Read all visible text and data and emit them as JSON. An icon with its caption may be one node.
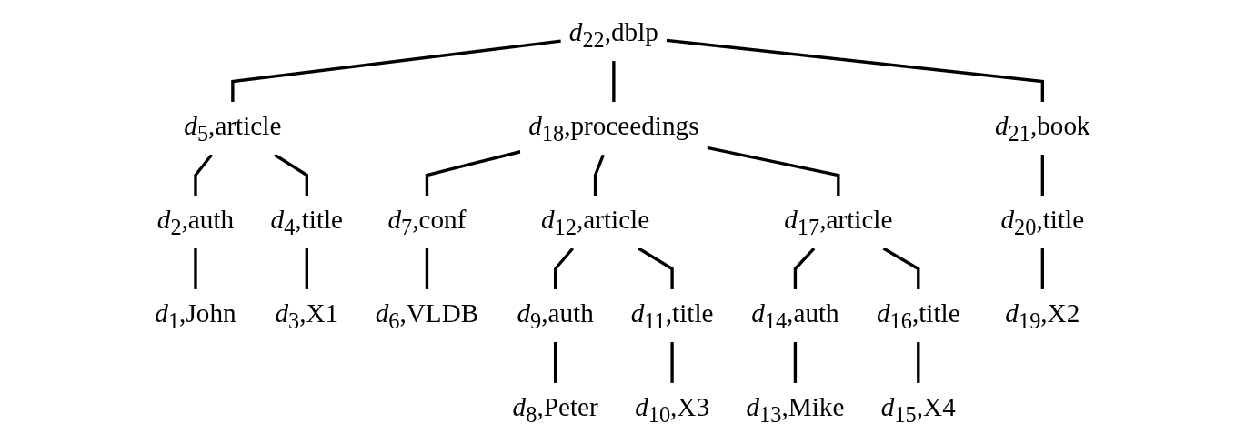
{
  "diagram": {
    "nodes": [
      {
        "text": [
          "*d*$_{22}$,dblp"
        ]
      },
      {
        "text": [
          "*d*$_{5}$,article"
        ]
      },
      {
        "text": [
          "*d*$_{18}$,proceedings"
        ]
      },
      {
        "text": [
          "*d*$_{21}$,book"
        ]
      },
      {
        "text": [
          "*d*$_{2}$,auth"
        ]
      },
      {
        "text": [
          "*d*$_{4}$,title"
        ]
      },
      {
        "text": [
          "*d*$_{7}$,conf"
        ]
      },
      {
        "text": [
          "*d*$_{12}$,article"
        ]
      },
      {
        "text": [
          "*d*$_{17}$,article"
        ]
      },
      {
        "text": [
          "*d*$_{20}$,title"
        ]
      },
      {
        "text": [
          "*d*$_{1}$,John"
        ]
      },
      {
        "text": [
          "*d*$_{3}$,X1"
        ]
      },
      {
        "text": [
          "*d*$_{6}$,VLDB"
        ]
      },
      {
        "text": [
          "*d*$_{9}$,auth"
        ]
      },
      {
        "text": [
          "*d*$_{11}$,title"
        ]
      },
      {
        "text": [
          "*d*$_{14}$,auth"
        ]
      },
      {
        "text": [
          "*d*$_{16}$,title"
        ]
      },
      {
        "text": [
          "*d*$_{19}$,X2"
        ]
      },
      {
        "text": [
          "*d*$_{8}$,Peter"
        ]
      },
      {
        "text": [
          "*d*$_{10}$,X3"
        ]
      },
      {
        "text": [
          "*d*$_{13}$,Mike"
        ]
      },
      {
        "text": [
          "*d*$_{15}$,X4"
        ]
      }
    ],
    "edges": [
      {
        "from": 0,
        "to": 1,
        "arrow": "none"
      },
      {
        "from": 0,
        "to": 2,
        "arrow": "none"
      },
      {
        "from": 0,
        "to": 3,
        "arrow": "none"
      },
      {
        "from": 1,
        "to": 4,
        "arrow": "none"
      },
      {
        "from": 1,
        "to": 5,
        "arrow": "none"
      },
      {
        "from": 2,
        "to": 6,
        "arrow": "none"
      },
      {
        "from": 2,
        "to": 7,
        "arrow": "none"
      },
      {
        "from": 2,
        "to": 8,
        "arrow": "none"
      },
      {
        "from": 3,
        "to": 9,
        "arrow": "none"
      },
      {
        "from": 4,
        "to": 10,
        "arrow": "none"
      },
      {
        "from": 5,
        "to": 11,
        "arrow": "none"
      },
      {
        "from": 6,
        "to": 12,
        "arrow": "none"
      },
      {
        "from": 7,
        "to": 13,
        "arrow": "none"
      },
      {
        "from": 7,
        "to": 14,
        "arrow": "none"
      },
      {
        "from": 8,
        "to": 15,
        "arrow": "none"
      },
      {
        "from": 8,
        "to": 16,
        "arrow": "none"
      },
      {
        "from": 9,
        "to": 17,
        "arrow": "none"
      },
      {
        "from": 13,
        "to": 18,
        "arrow": "none"
      },
      {
        "from": 14,
        "to": 19,
        "arrow": "none"
      },
      {
        "from": 15,
        "to": 20,
        "arrow": "none"
      },
      {
        "from": 16,
        "to": 21,
        "arrow": "none"
      }
    ]
  }
}
